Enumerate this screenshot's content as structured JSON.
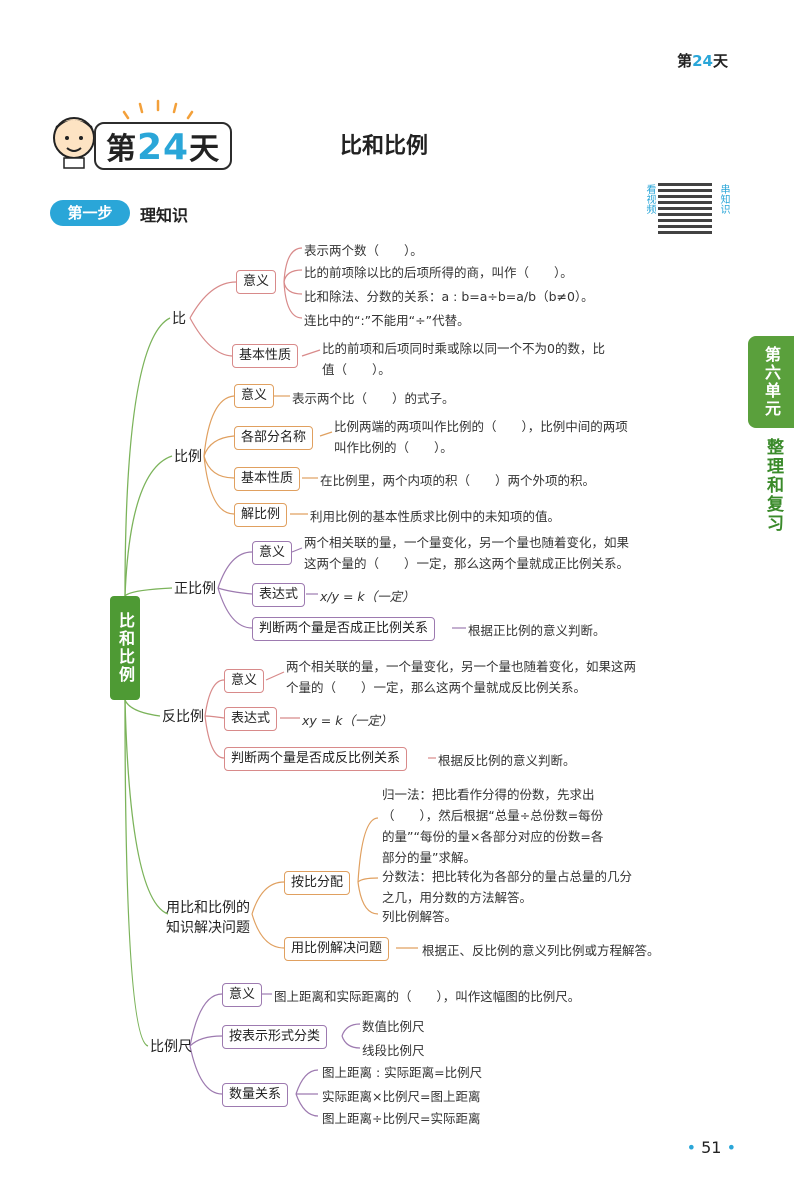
{
  "header": {
    "day_prefix": "第",
    "day_num": "24",
    "day_suffix": "天"
  },
  "hero": {
    "prefix": "第",
    "num": "24",
    "suffix": "天"
  },
  "title": "比和比例",
  "step": {
    "pill": "第一步",
    "text": "理知识"
  },
  "qr": {
    "left": "看视频",
    "right": "串知识"
  },
  "side_tab": {
    "top": "第六单元",
    "bottom": "整理和复习"
  },
  "root": "比和比例",
  "branches": {
    "bi": "比",
    "bili": "比例",
    "zhengbili": "正比例",
    "fanbili": "反比例",
    "yingyong_1": "用比和比例的",
    "yingyong_2": "知识解决问题",
    "bilichi": "比例尺"
  },
  "bi": {
    "yiyi": "意义",
    "yiyi_items": [
      "表示两个数（　　）。",
      "比的前项除以比的后项所得的商，叫作（　　）。",
      "比和除法、分数的关系：a : b=a÷b=a/b（b≠0）。",
      "连比中的“:”不能用“÷”代替。"
    ],
    "xingzhi": "基本性质",
    "xingzhi_text_1": "比的前项和后项同时乘或除以同一个不为0的数，比",
    "xingzhi_text_2": "值（　　）。"
  },
  "bili": {
    "yiyi": "意义",
    "yiyi_text": "表示两个比（　　）的式子。",
    "mingcheng": "各部分名称",
    "mingcheng_text_1": "比例两端的两项叫作比例的（　　），比例中间的两项",
    "mingcheng_text_2": "叫作比例的（　　）。",
    "xingzhi": "基本性质",
    "xingzhi_text": "在比例里，两个内项的积（　　）两个外项的积。",
    "jie": "解比例",
    "jie_text": "利用比例的基本性质求比例中的未知项的值。"
  },
  "zheng": {
    "yiyi": "意义",
    "yiyi_text_1": "两个相关联的量，一个量变化，另一个量也随着变化，如果",
    "yiyi_text_2": "这两个量的（　　）一定，那么这两个量就成正比例关系。",
    "biaodashi": "表达式",
    "biaodashi_text": "x/y = k（一定）",
    "panduan": "判断两个量是否成正比例关系",
    "panduan_text": "根据正比例的意义判断。"
  },
  "fan": {
    "yiyi": "意义",
    "yiyi_text_1": "两个相关联的量，一个量变化，另一个量也随着变化，如果这两",
    "yiyi_text_2": "个量的（　　）一定，那么这两个量就成反比例关系。",
    "biaodashi": "表达式",
    "biaodashi_text": "xy = k（一定）",
    "panduan": "判断两个量是否成反比例关系",
    "panduan_text": "根据反比例的意义判断。"
  },
  "yingyong": {
    "anbi": "按比分配",
    "guiyi_1": "归一法：把比看作分得的份数，先求出",
    "guiyi_2": "（　　），然后根据“总量÷总份数=每份",
    "guiyi_3": "的量”“每份的量×各部分对应的份数=各",
    "guiyi_4": "部分的量”求解。",
    "fenshu_1": "分数法：把比转化为各部分的量占总量的几分",
    "fenshu_2": "之几，用分数的方法解答。",
    "liebili": "列比例解答。",
    "jiejue": "用比例解决问题",
    "jiejue_text": "根据正、反比例的意义列比例或方程解答。"
  },
  "chi": {
    "yiyi": "意义",
    "yiyi_text": "图上距离和实际距离的（　　），叫作这幅图的比例尺。",
    "fenlei": "按表示形式分类",
    "fenlei_items": [
      "数值比例尺",
      "线段比例尺"
    ],
    "guanxi": "数量关系",
    "guanxi_items": [
      "图上距离 : 实际距离=比例尺",
      "实际距离×比例尺=图上距离",
      "图上距离÷比例尺=实际距离"
    ]
  },
  "page_number": "51"
}
